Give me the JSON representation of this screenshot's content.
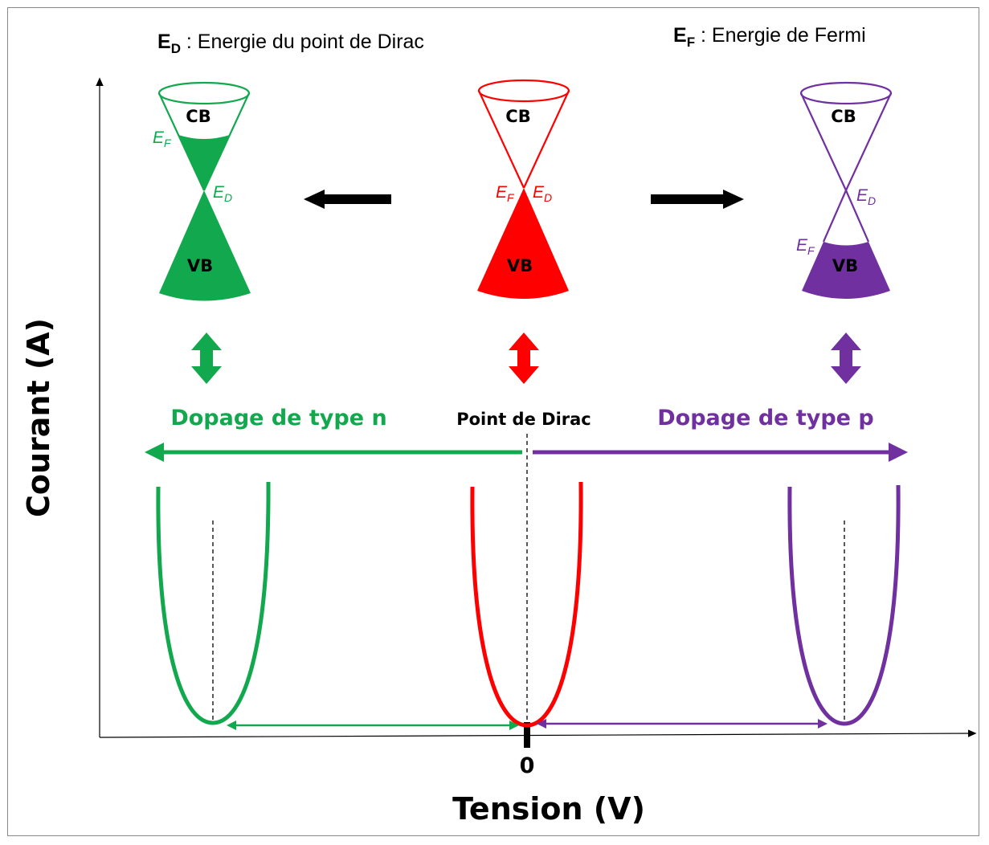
{
  "legend": {
    "ed_symbol": "E",
    "ed_sub": "D",
    "ed_text": " : Energie du point de Dirac",
    "ef_symbol": "E",
    "ef_sub": "F",
    "ef_text": " : Energie de Fermi"
  },
  "axes": {
    "ylabel": "Courant (A)",
    "xlabel": "Tension (V)",
    "zero_tick": "0"
  },
  "cones": {
    "cb_label": "CB",
    "vb_label": "VB",
    "e_symbol": "E",
    "f_sub": "F",
    "d_sub": "D"
  },
  "regions": {
    "n_label": "Dopage de type n",
    "dirac_label": "Point de Dirac",
    "p_label": "Dopage de type p"
  },
  "colors": {
    "n_type": "#12a84e",
    "dirac": "#ff0000",
    "p_type": "#7030a0",
    "arrows": "#000000"
  }
}
